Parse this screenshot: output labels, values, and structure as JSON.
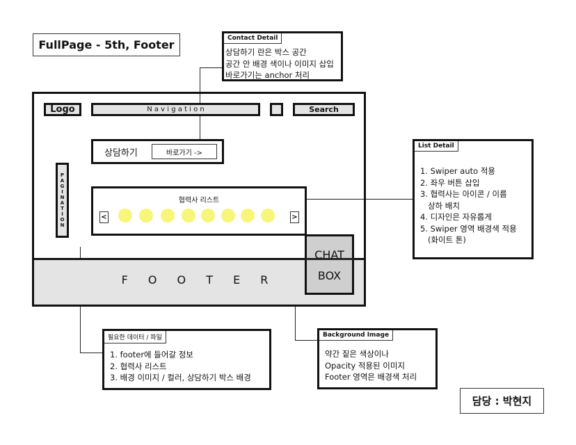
{
  "title": "FullPage - 5th, Footer",
  "contact_detail": {
    "tab": "Contact Detail",
    "lines": [
      "상담하기 란은 박스 공간",
      "공간 안 배경 색이나 이미지 삽입",
      "바로가기는 anchor 처리"
    ]
  },
  "header": {
    "logo": "Logo",
    "navigation": "N a v i g a t i o n",
    "search": "Search"
  },
  "contact": {
    "label": "상담하기",
    "button": "바로가기 ->"
  },
  "pagination": "PAGINATION",
  "partners": {
    "title": "협력사 리스트",
    "prev": "<",
    "next": ">",
    "count": 8,
    "dot_color": "#f7f67a"
  },
  "chat": {
    "line1": "CHAT",
    "line2": "BOX"
  },
  "footer": "F O O T E R",
  "list_detail": {
    "tab": "List Detail",
    "lines": [
      "1. Swiper auto 적용",
      "2. 좌우 버튼 삽입",
      "3. 협력사는 아이콘 / 이름",
      "   상하 배치",
      "4. 디자인은 자유롭게",
      "5. Swiper 영역 배경색 적용",
      "   (화이트 톤)"
    ]
  },
  "required": {
    "tab": "필요한 데이터 / 파일",
    "lines": [
      "1. footer에 들어갈 정보",
      "2. 협력사 리스트",
      "3. 배경 이미지 / 컬러, 상담하기 박스 배경"
    ]
  },
  "background": {
    "tab": "Background Image",
    "lines": [
      "약간 짙은 색상이나",
      "Opacity 적용된 이미지",
      "Footer 영역은 배경색 처리"
    ]
  },
  "owner": "담당 : 박현지"
}
